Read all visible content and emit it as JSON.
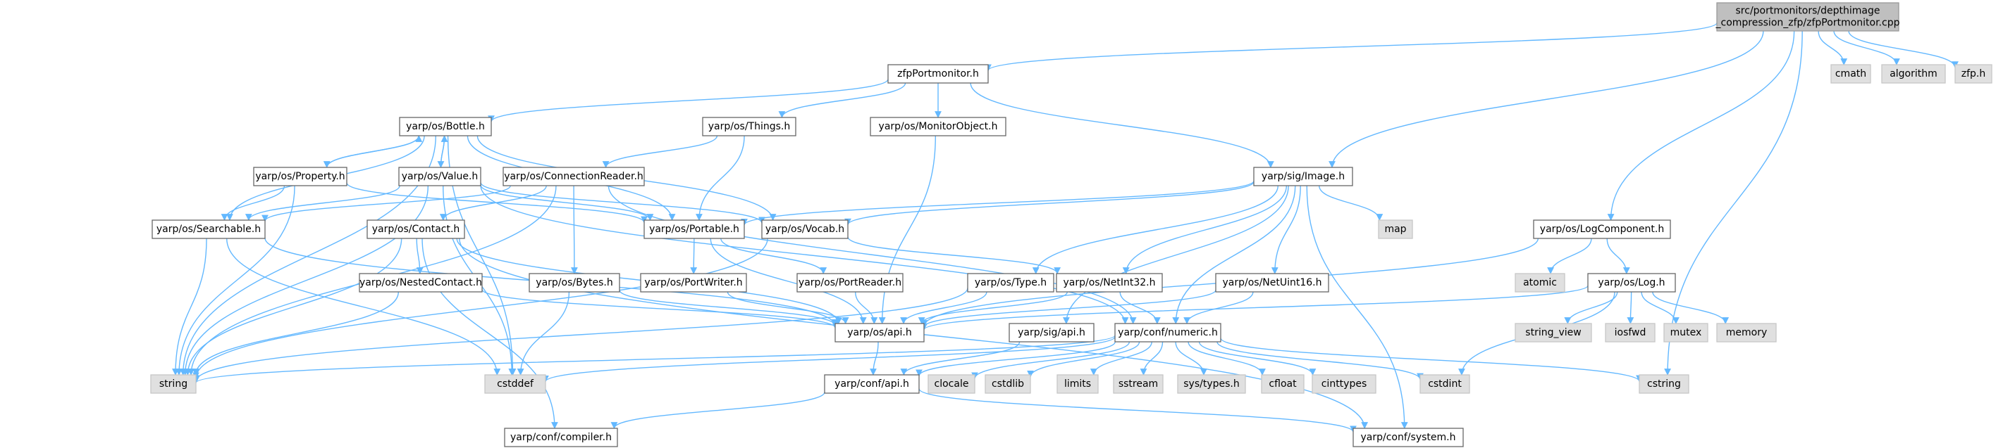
{
  "colors": {
    "edge": "#63b8ff",
    "node_fill": "#ffffff",
    "node_border": "#666666",
    "root_fill": "#bfbfbf",
    "root_border": "#999999",
    "ext_fill": "#e0e0e0",
    "ext_border": "#c7c7c7",
    "text": "#000000"
  },
  "nodes": [
    {
      "id": "root",
      "kind": "root",
      "lines": [
        "src/portmonitors/depthimage",
        "_compression_zfp/zfpPortmonitor.cpp"
      ]
    },
    {
      "id": "zfpPortmonitor",
      "kind": "file",
      "lines": [
        "zfpPortmonitor.h"
      ]
    },
    {
      "id": "cmath",
      "kind": "ext",
      "lines": [
        "cmath"
      ]
    },
    {
      "id": "algorithm",
      "kind": "ext",
      "lines": [
        "algorithm"
      ]
    },
    {
      "id": "zfph",
      "kind": "ext",
      "lines": [
        "zfp.h"
      ]
    },
    {
      "id": "bottle",
      "kind": "file",
      "lines": [
        "yarp/os/Bottle.h"
      ]
    },
    {
      "id": "things",
      "kind": "file",
      "lines": [
        "yarp/os/Things.h"
      ]
    },
    {
      "id": "monitorobject",
      "kind": "file",
      "lines": [
        "yarp/os/MonitorObject.h"
      ]
    },
    {
      "id": "image",
      "kind": "file",
      "lines": [
        "yarp/sig/Image.h"
      ]
    },
    {
      "id": "property",
      "kind": "file",
      "lines": [
        "yarp/os/Property.h"
      ]
    },
    {
      "id": "value",
      "kind": "file",
      "lines": [
        "yarp/os/Value.h"
      ]
    },
    {
      "id": "connreader",
      "kind": "file",
      "lines": [
        "yarp/os/ConnectionReader.h"
      ]
    },
    {
      "id": "searchable",
      "kind": "file",
      "lines": [
        "yarp/os/Searchable.h"
      ]
    },
    {
      "id": "contact",
      "kind": "file",
      "lines": [
        "yarp/os/Contact.h"
      ]
    },
    {
      "id": "portable",
      "kind": "file",
      "lines": [
        "yarp/os/Portable.h"
      ]
    },
    {
      "id": "vocab",
      "kind": "file",
      "lines": [
        "yarp/os/Vocab.h"
      ]
    },
    {
      "id": "map",
      "kind": "ext",
      "lines": [
        "map"
      ]
    },
    {
      "id": "logcomponent",
      "kind": "file",
      "lines": [
        "yarp/os/LogComponent.h"
      ]
    },
    {
      "id": "atomic",
      "kind": "ext",
      "lines": [
        "atomic"
      ]
    },
    {
      "id": "log",
      "kind": "file",
      "lines": [
        "yarp/os/Log.h"
      ]
    },
    {
      "id": "nestedcontact",
      "kind": "file",
      "lines": [
        "yarp/os/NestedContact.h"
      ]
    },
    {
      "id": "bytes",
      "kind": "file",
      "lines": [
        "yarp/os/Bytes.h"
      ]
    },
    {
      "id": "portwriter",
      "kind": "file",
      "lines": [
        "yarp/os/PortWriter.h"
      ]
    },
    {
      "id": "portreader",
      "kind": "file",
      "lines": [
        "yarp/os/PortReader.h"
      ]
    },
    {
      "id": "type",
      "kind": "file",
      "lines": [
        "yarp/os/Type.h"
      ]
    },
    {
      "id": "netint32",
      "kind": "file",
      "lines": [
        "yarp/os/NetInt32.h"
      ]
    },
    {
      "id": "netuint16",
      "kind": "file",
      "lines": [
        "yarp/os/NetUint16.h"
      ]
    },
    {
      "id": "string_view",
      "kind": "ext",
      "lines": [
        "string_view"
      ]
    },
    {
      "id": "iosfwd",
      "kind": "ext",
      "lines": [
        "iosfwd"
      ]
    },
    {
      "id": "mutex",
      "kind": "ext",
      "lines": [
        "mutex"
      ]
    },
    {
      "id": "memory",
      "kind": "ext",
      "lines": [
        "memory"
      ]
    },
    {
      "id": "osapi",
      "kind": "file",
      "lines": [
        "yarp/os/api.h"
      ]
    },
    {
      "id": "sigapi",
      "kind": "file",
      "lines": [
        "yarp/sig/api.h"
      ]
    },
    {
      "id": "numeric",
      "kind": "file",
      "lines": [
        "yarp/conf/numeric.h"
      ]
    },
    {
      "id": "string",
      "kind": "ext",
      "lines": [
        "string"
      ]
    },
    {
      "id": "cstddef",
      "kind": "ext",
      "lines": [
        "cstddef"
      ]
    },
    {
      "id": "confapi",
      "kind": "file",
      "lines": [
        "yarp/conf/api.h"
      ]
    },
    {
      "id": "clocale",
      "kind": "ext",
      "lines": [
        "clocale"
      ]
    },
    {
      "id": "cstdlib",
      "kind": "ext",
      "lines": [
        "cstdlib"
      ]
    },
    {
      "id": "limits",
      "kind": "ext",
      "lines": [
        "limits"
      ]
    },
    {
      "id": "sstream",
      "kind": "ext",
      "lines": [
        "sstream"
      ]
    },
    {
      "id": "systypes",
      "kind": "ext",
      "lines": [
        "sys/types.h"
      ]
    },
    {
      "id": "cfloat",
      "kind": "ext",
      "lines": [
        "cfloat"
      ]
    },
    {
      "id": "cinttypes",
      "kind": "ext",
      "lines": [
        "cinttypes"
      ]
    },
    {
      "id": "cstdint",
      "kind": "ext",
      "lines": [
        "cstdint"
      ]
    },
    {
      "id": "cstring",
      "kind": "ext",
      "lines": [
        "cstring"
      ]
    },
    {
      "id": "compiler",
      "kind": "file",
      "lines": [
        "yarp/conf/compiler.h"
      ]
    },
    {
      "id": "system",
      "kind": "file",
      "lines": [
        "yarp/conf/system.h"
      ]
    }
  ],
  "edges": [
    [
      "root",
      "zfpPortmonitor"
    ],
    [
      "root",
      "cmath"
    ],
    [
      "root",
      "algorithm"
    ],
    [
      "root",
      "zfph"
    ],
    [
      "root",
      "image"
    ],
    [
      "root",
      "logcomponent"
    ],
    [
      "root",
      "cstring"
    ],
    [
      "zfpPortmonitor",
      "bottle"
    ],
    [
      "zfpPortmonitor",
      "things"
    ],
    [
      "zfpPortmonitor",
      "monitorobject"
    ],
    [
      "zfpPortmonitor",
      "image"
    ],
    [
      "bottle",
      "property"
    ],
    [
      "bottle",
      "value"
    ],
    [
      "bottle",
      "searchable"
    ],
    [
      "bottle",
      "portable"
    ],
    [
      "bottle",
      "vocab"
    ],
    [
      "bottle",
      "string"
    ],
    [
      "bottle",
      "cstddef"
    ],
    [
      "property",
      "bottle"
    ],
    [
      "property",
      "searchable"
    ],
    [
      "property",
      "portable"
    ],
    [
      "property",
      "string"
    ],
    [
      "value",
      "bottle"
    ],
    [
      "value",
      "searchable"
    ],
    [
      "value",
      "portable"
    ],
    [
      "value",
      "vocab"
    ],
    [
      "value",
      "string"
    ],
    [
      "value",
      "cstddef"
    ],
    [
      "value",
      "numeric"
    ],
    [
      "things",
      "connreader"
    ],
    [
      "things",
      "portable"
    ],
    [
      "monitorobject",
      "osapi"
    ],
    [
      "connreader",
      "contact"
    ],
    [
      "connreader",
      "bytes"
    ],
    [
      "connreader",
      "searchable"
    ],
    [
      "connreader",
      "string"
    ],
    [
      "connreader",
      "numeric"
    ],
    [
      "searchable",
      "osapi"
    ],
    [
      "searchable",
      "string"
    ],
    [
      "searchable",
      "cstddef"
    ],
    [
      "contact",
      "nestedcontact"
    ],
    [
      "contact",
      "osapi"
    ],
    [
      "contact",
      "string"
    ],
    [
      "contact",
      "compiler"
    ],
    [
      "contact",
      "system"
    ],
    [
      "nestedcontact",
      "osapi"
    ],
    [
      "nestedcontact",
      "string"
    ],
    [
      "bytes",
      "osapi"
    ],
    [
      "bytes",
      "cstddef"
    ],
    [
      "portable",
      "portwriter"
    ],
    [
      "portable",
      "portreader"
    ],
    [
      "portable",
      "osapi"
    ],
    [
      "portwriter",
      "osapi"
    ],
    [
      "portreader",
      "osapi"
    ],
    [
      "vocab",
      "netint32"
    ],
    [
      "vocab",
      "string"
    ],
    [
      "image",
      "portable"
    ],
    [
      "image",
      "vocab"
    ],
    [
      "image",
      "type"
    ],
    [
      "image",
      "netint32"
    ],
    [
      "image",
      "netuint16"
    ],
    [
      "image",
      "map"
    ],
    [
      "image",
      "sigapi"
    ],
    [
      "image",
      "system"
    ],
    [
      "image",
      "numeric"
    ],
    [
      "type",
      "osapi"
    ],
    [
      "type",
      "string"
    ],
    [
      "netint32",
      "osapi"
    ],
    [
      "netint32",
      "numeric"
    ],
    [
      "netuint16",
      "osapi"
    ],
    [
      "netuint16",
      "numeric"
    ],
    [
      "logcomponent",
      "osapi"
    ],
    [
      "logcomponent",
      "atomic"
    ],
    [
      "logcomponent",
      "log"
    ],
    [
      "log",
      "osapi"
    ],
    [
      "log",
      "string_view"
    ],
    [
      "log",
      "iosfwd"
    ],
    [
      "log",
      "mutex"
    ],
    [
      "log",
      "memory"
    ],
    [
      "log",
      "cstdint"
    ],
    [
      "osapi",
      "confapi"
    ],
    [
      "sigapi",
      "confapi"
    ],
    [
      "numeric",
      "confapi"
    ],
    [
      "numeric",
      "string"
    ],
    [
      "numeric",
      "cstddef"
    ],
    [
      "numeric",
      "clocale"
    ],
    [
      "numeric",
      "cstdlib"
    ],
    [
      "numeric",
      "limits"
    ],
    [
      "numeric",
      "sstream"
    ],
    [
      "numeric",
      "systypes"
    ],
    [
      "numeric",
      "cfloat"
    ],
    [
      "numeric",
      "cinttypes"
    ],
    [
      "numeric",
      "cstdint"
    ],
    [
      "numeric",
      "cstring"
    ],
    [
      "confapi",
      "compiler"
    ],
    [
      "confapi",
      "system"
    ]
  ]
}
